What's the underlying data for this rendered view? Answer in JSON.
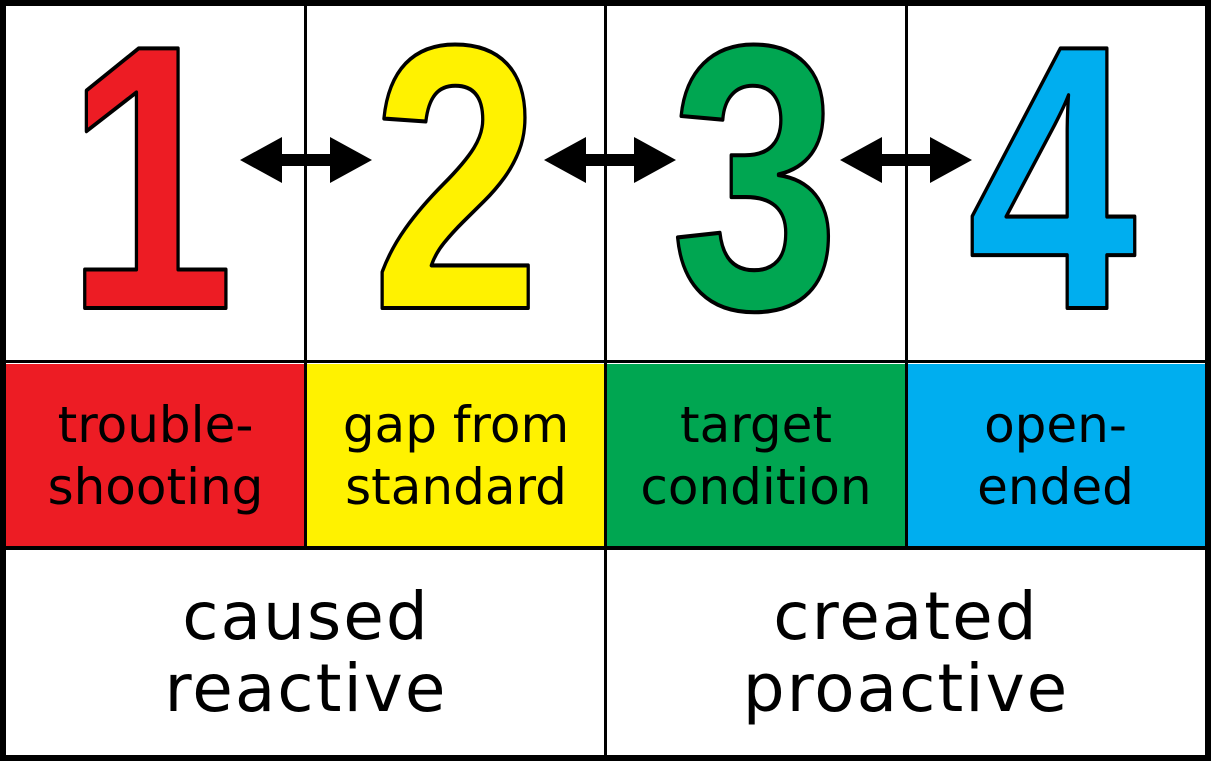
{
  "steps": [
    {
      "number": "1",
      "label_line1": "trouble-",
      "label_line2": "shooting",
      "color": "#ED1C24"
    },
    {
      "number": "2",
      "label_line1": "gap from",
      "label_line2": "standard",
      "color": "#FFF200"
    },
    {
      "number": "3",
      "label_line1": "target",
      "label_line2": "condition",
      "color": "#00A651"
    },
    {
      "number": "4",
      "label_line1": "open-",
      "label_line2": "ended",
      "color": "#00AEEF"
    }
  ],
  "groups": [
    {
      "line1": "caused",
      "line2": "reactive"
    },
    {
      "line1": "created",
      "line2": "proactive"
    }
  ]
}
